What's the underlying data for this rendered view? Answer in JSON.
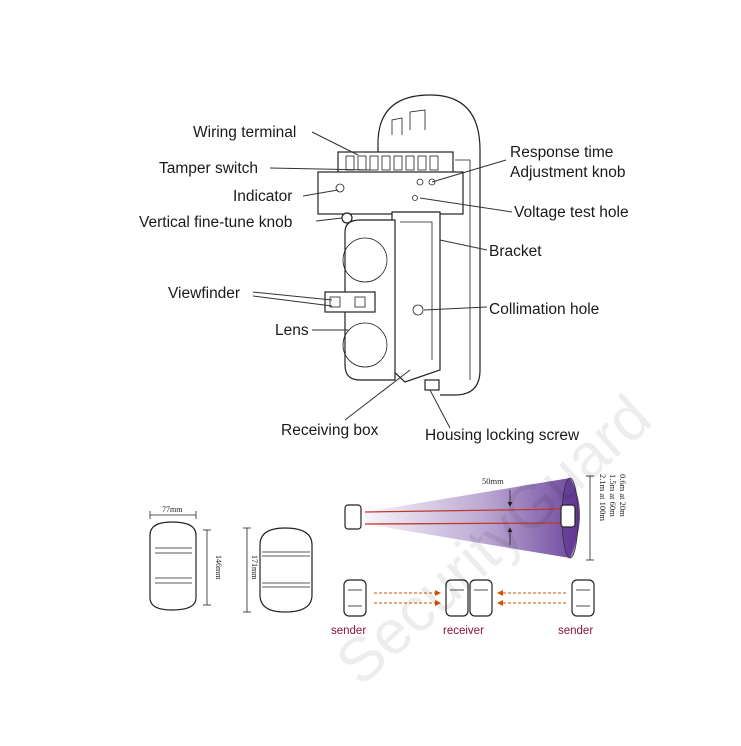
{
  "labels": {
    "wiring_terminal": "Wiring terminal",
    "tamper_switch": "Tamper switch",
    "indicator": "Indicator",
    "vertical_fine_tune_knob": "Vertical fine-tune knob",
    "viewfinder": "Viewfinder",
    "lens": "Lens",
    "receiving_box": "Receiving box",
    "housing_locking_screw": "Housing locking screw",
    "response_time_line1": "Response time",
    "response_time_line2": "Adjustment knob",
    "voltage_test_hole": "Voltage test hole",
    "bracket": "Bracket",
    "collimation_hole": "Collimation hole"
  },
  "dimensions": {
    "width": "77mm",
    "height_inner": "146mm",
    "height_outer": "171mm"
  },
  "beam": {
    "gap": "50mm",
    "spread_line1": "2.1m at 100m",
    "spread_line2": "1.5m at 60m",
    "spread_line3": "0.6m at 20m"
  },
  "layout_roles": {
    "left": "sender",
    "middle": "receiver",
    "right": "sender"
  },
  "watermark": "SecurityGuard",
  "colors": {
    "beam_fill": "#6a3f9e",
    "beam_line": "#c0392b",
    "role_text": "#8a1538",
    "arrow": "#d35400"
  }
}
